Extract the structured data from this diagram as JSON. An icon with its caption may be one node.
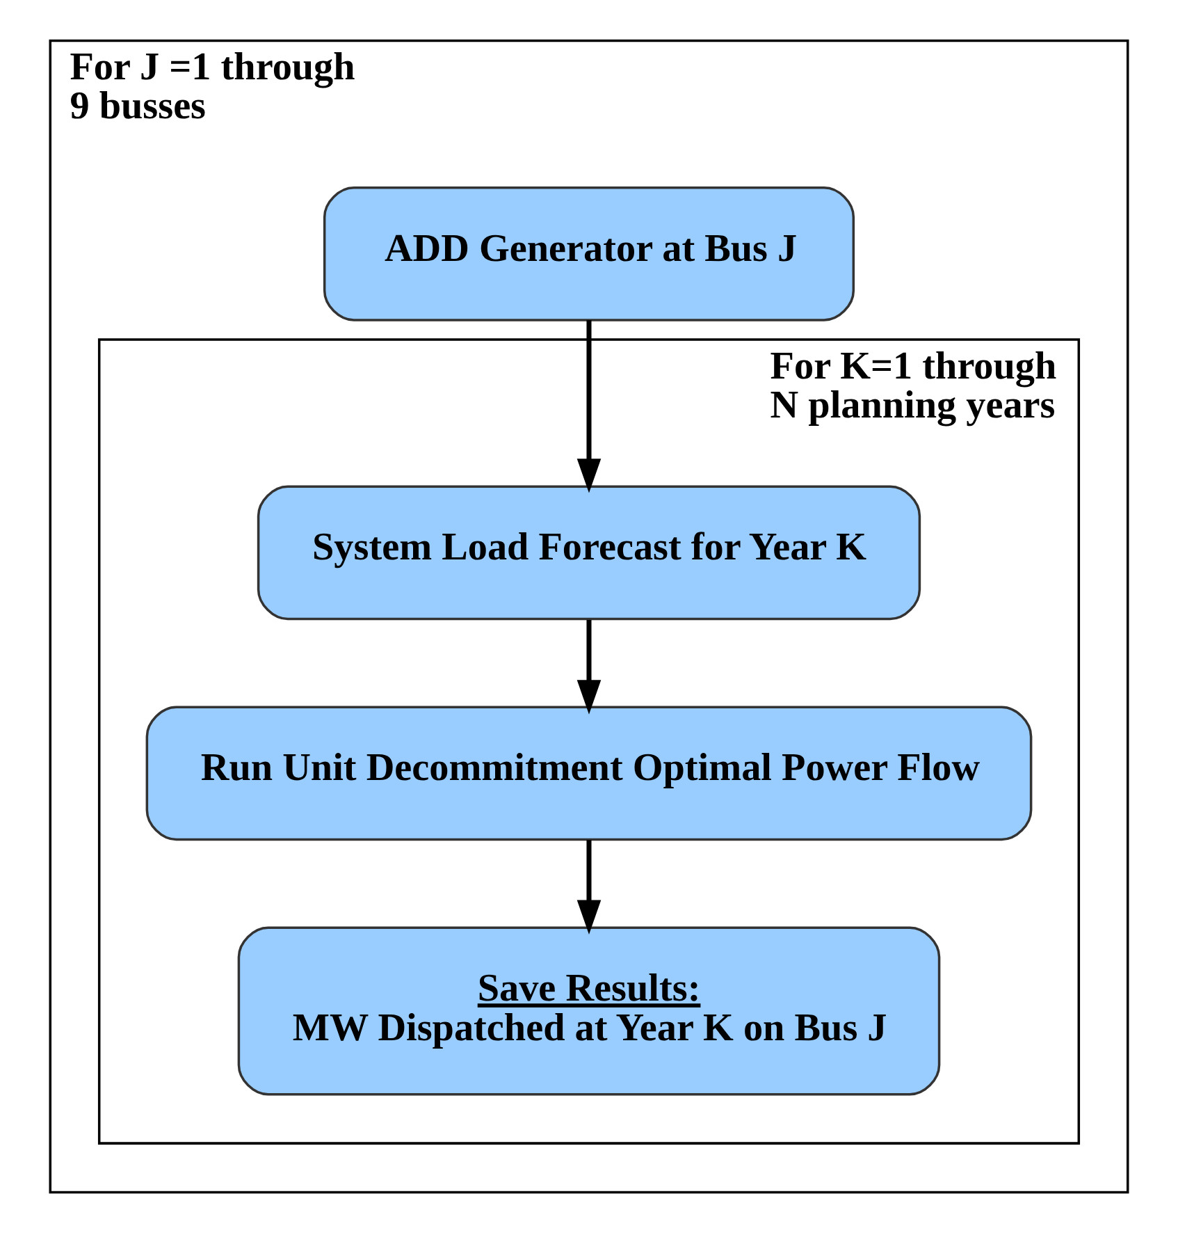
{
  "diagram": {
    "nodes": [
      {
        "text": [
          "For J =1 through 9 busses"
        ]
      },
      {
        "text": [
          "ADD Generator at Bus J"
        ],
        "in": 0
      },
      {
        "text": [
          "For K=1 through N planning years"
        ],
        "in": 0
      },
      {
        "text": [
          "System Load Forecast for Year K"
        ],
        "in": 2
      },
      {
        "text": [
          "Run Unit Decommitment Optimal Power Flow"
        ],
        "in": 2
      },
      {
        "text": [
          "Save Results:",
          "MW Dispatched at Year K on Bus J"
        ],
        "in": 2
      }
    ],
    "edges": [
      {
        "from": 1,
        "to": 3,
        "arrow": "to"
      },
      {
        "from": 3,
        "to": 4,
        "arrow": "to"
      },
      {
        "from": 4,
        "to": 5,
        "arrow": "to"
      }
    ]
  }
}
